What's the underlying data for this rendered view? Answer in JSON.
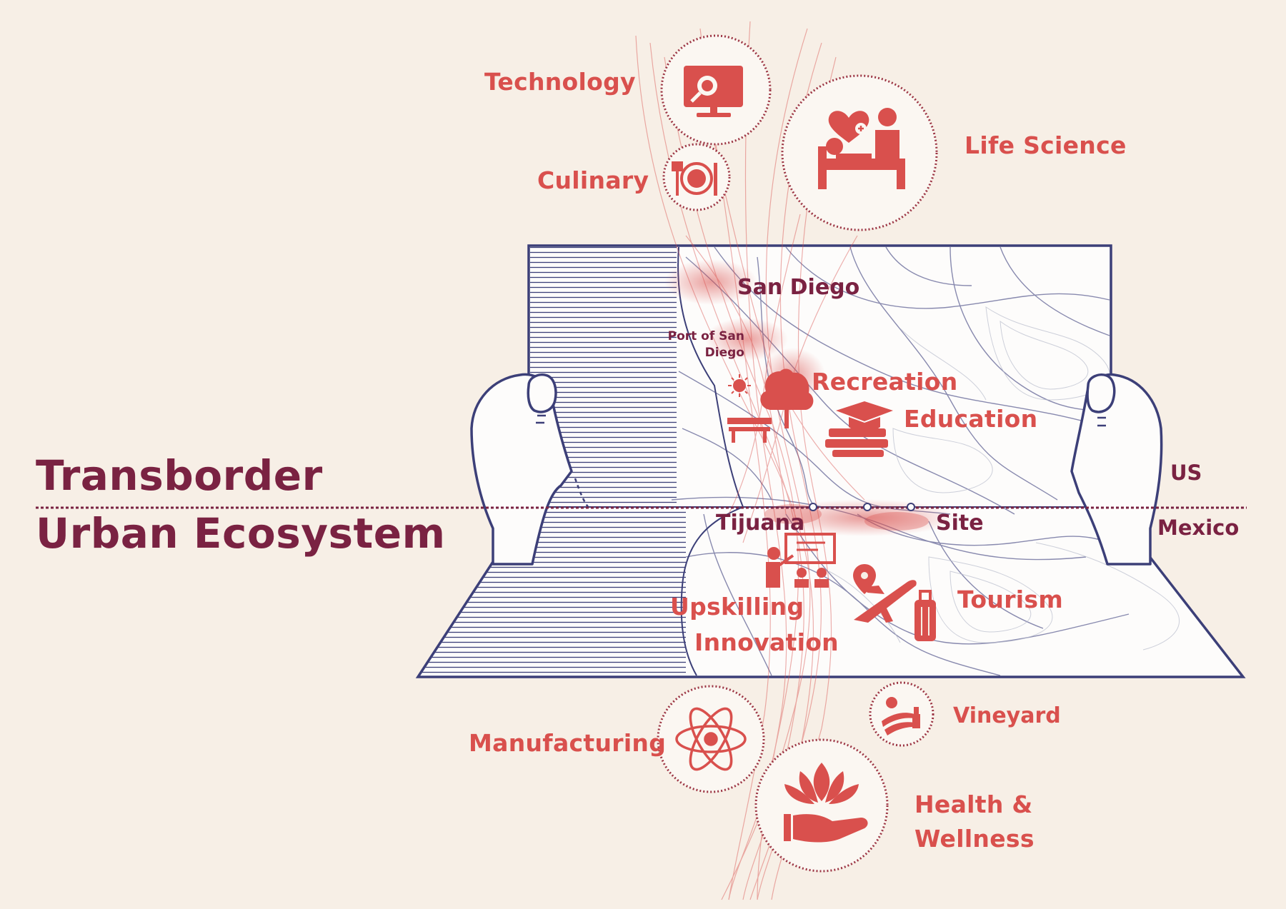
{
  "title": {
    "line1": "Transborder",
    "line2": "Urban Ecosystem"
  },
  "countries": {
    "north": "US",
    "south": "Mexico"
  },
  "places": {
    "san_diego": "San Diego",
    "port_line1": "Port of San",
    "port_line2": "Diego",
    "tijuana": "Tijuana",
    "site": "Site"
  },
  "sectors": {
    "technology": "Technology",
    "culinary": "Culinary",
    "life_science": "Life Science",
    "recreation": "Recreation",
    "education": "Education",
    "upskilling": "Upskilling",
    "innovation": "Innovation",
    "tourism": "Tourism",
    "manufacturing": "Manufacturing",
    "vineyard": "Vineyard",
    "health_line1": "Health &",
    "health_line2": "Wellness"
  },
  "icons": {
    "technology": "monitor-search-icon",
    "culinary": "plate-cutlery-icon",
    "life_science": "patient-care-icon",
    "recreation": "tree-bench-icon",
    "education": "graduation-cap-books-icon",
    "upskilling": "teacher-board-icon",
    "tourism": "plane-luggage-pin-icon",
    "manufacturing": "atom-icon",
    "vineyard": "vineyard-sun-icon",
    "health": "lotus-hand-icon"
  },
  "colors": {
    "background": "#f7efe6",
    "accent": "#d9504d",
    "title": "#7a2242",
    "map_line": "#3c3f78",
    "circle_fill": "#fbf7f2"
  }
}
